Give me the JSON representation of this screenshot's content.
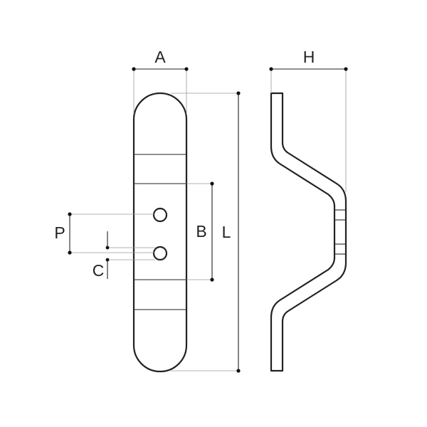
{
  "labels": {
    "a": "A",
    "h": "H",
    "b": "B",
    "l": "L",
    "p": "P",
    "c": "C"
  },
  "colors": {
    "line": "#222222",
    "extension_line": "#9a9a9a",
    "background": "#ffffff"
  }
}
